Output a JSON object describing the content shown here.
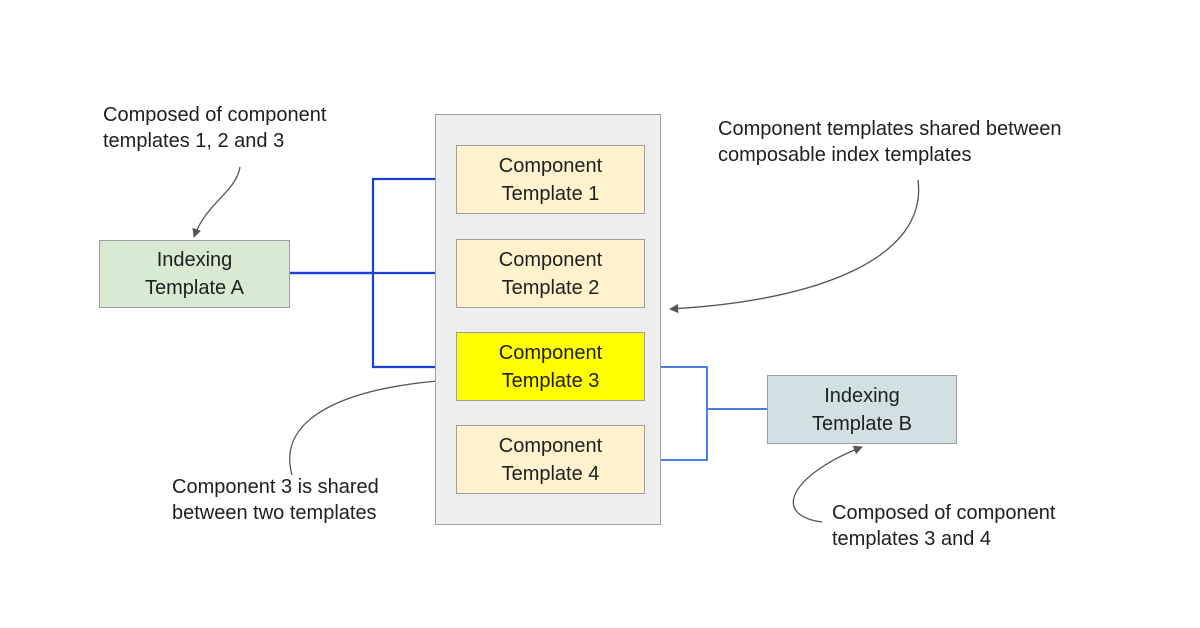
{
  "colors": {
    "indexing_a_fill": "#d9ead3",
    "indexing_b_fill": "#d0e0e3",
    "component_fill": "#fff2cc",
    "component_highlight_fill": "#ffff00",
    "container_fill": "#eeeeee",
    "connector_a": "#1a3fd6",
    "connector_b": "#4a7ee0",
    "annotation_arrow": "#555555"
  },
  "indexing_templates": [
    {
      "id": "A",
      "lines": [
        "Indexing",
        "Template A"
      ]
    },
    {
      "id": "B",
      "lines": [
        "Indexing",
        "Template B"
      ]
    }
  ],
  "component_templates": [
    {
      "lines": [
        "Component",
        "Template 1"
      ],
      "highlighted": false
    },
    {
      "lines": [
        "Component",
        "Template 2"
      ],
      "highlighted": false
    },
    {
      "lines": [
        "Component",
        "Template 3"
      ],
      "highlighted": true
    },
    {
      "lines": [
        "Component",
        "Template 4"
      ],
      "highlighted": false
    }
  ],
  "notes": {
    "composed_a": [
      "Composed of component",
      "templates 1, 2 and 3"
    ],
    "shared_between": [
      "Component templates shared between",
      "composable index templates"
    ],
    "component_3_shared": [
      "Component 3 is shared",
      "between two templates"
    ],
    "composed_b": [
      "Composed of component",
      "templates 3 and 4"
    ]
  }
}
